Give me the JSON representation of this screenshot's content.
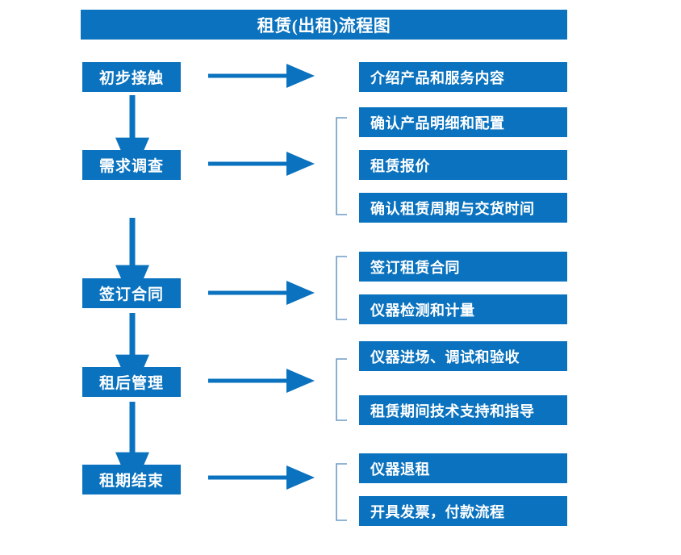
{
  "title": "租赁(出租)流程图",
  "colors": {
    "box_fill": "#0A72BE",
    "box_text": "#FFFFFF",
    "arrow": "#0A72BE",
    "bracket": "#6E9BC5",
    "background": "#FFFFFF"
  },
  "stages": [
    {
      "label": "初步接触",
      "details": [
        "介绍产品和服务内容"
      ]
    },
    {
      "label": "需求调查",
      "details": [
        "确认产品明细和配置",
        "租赁报价",
        "确认租赁周期与交货时间"
      ]
    },
    {
      "label": "签订合同",
      "details": [
        "签订租赁合同",
        "仪器检测和计量"
      ]
    },
    {
      "label": "租后管理",
      "details": [
        "仪器进场、调试和验收",
        "租赁期间技术支持和指导"
      ]
    },
    {
      "label": "租期结束",
      "details": [
        "仪器退租",
        "开具发票，付款流程"
      ]
    }
  ],
  "detail_boxes": [
    "介绍产品和服务内容",
    "确认产品明细和配置",
    "租赁报价",
    "确认租赁周期与交货时间",
    "签订租赁合同",
    "仪器检测和计量",
    "仪器进场、调试和验收",
    "租赁期间技术支持和指导",
    "仪器退租",
    "开具发票，付款流程"
  ],
  "stage_labels": [
    "初步接触",
    "需求调查",
    "签订合同",
    "租后管理",
    "租期结束"
  ],
  "connectors": {
    "horizontal_arrow_count": 5,
    "vertical_arrow_count": 4,
    "bracket_count": 4
  }
}
